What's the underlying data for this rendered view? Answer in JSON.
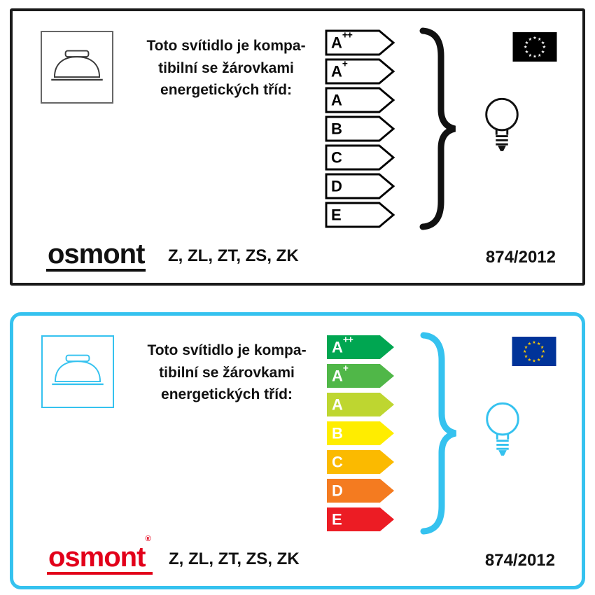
{
  "cards": [
    {
      "name": "monochrome-energy-label",
      "theme_colors": {
        "border": "#1a1a1a",
        "accent": "#111111",
        "brand": "#111111",
        "flag_bg": "#000000",
        "flag_stars": "#ffffff"
      },
      "description_lines": [
        "Toto svítidlo je kompa-",
        "tibilní se žárovkami",
        "energetických tříd:"
      ],
      "energy_classes": [
        {
          "base": "A",
          "sup": "++",
          "color": "#ffffff"
        },
        {
          "base": "A",
          "sup": "+",
          "color": "#ffffff"
        },
        {
          "base": "A",
          "sup": "",
          "color": "#ffffff"
        },
        {
          "base": "B",
          "sup": "",
          "color": "#ffffff"
        },
        {
          "base": "C",
          "sup": "",
          "color": "#ffffff"
        },
        {
          "base": "D",
          "sup": "",
          "color": "#ffffff"
        },
        {
          "base": "E",
          "sup": "",
          "color": "#ffffff"
        }
      ],
      "brand": "osmont",
      "brand_reg_mark": "",
      "models": "Z, ZL, ZT, ZS, ZK",
      "regulation": "874/2012"
    },
    {
      "name": "color-energy-label",
      "theme_colors": {
        "border": "#35c2ef",
        "accent": "#35c2ef",
        "brand": "#e2001a",
        "flag_bg": "#003399",
        "flag_stars": "#ffcc00"
      },
      "description_lines": [
        "Toto svítidlo je kompa-",
        "tibilní se žárovkami",
        "energetických tříd:"
      ],
      "energy_classes": [
        {
          "base": "A",
          "sup": "++",
          "color": "#00a651"
        },
        {
          "base": "A",
          "sup": "+",
          "color": "#50b748"
        },
        {
          "base": "A",
          "sup": "",
          "color": "#bed630"
        },
        {
          "base": "B",
          "sup": "",
          "color": "#ffed00"
        },
        {
          "base": "C",
          "sup": "",
          "color": "#fbba00"
        },
        {
          "base": "D",
          "sup": "",
          "color": "#f47b20"
        },
        {
          "base": "E",
          "sup": "",
          "color": "#ec1c24"
        }
      ],
      "brand": "osmont",
      "brand_reg_mark": "®",
      "models": "Z, ZL, ZT, ZS, ZK",
      "regulation": "874/2012"
    }
  ]
}
